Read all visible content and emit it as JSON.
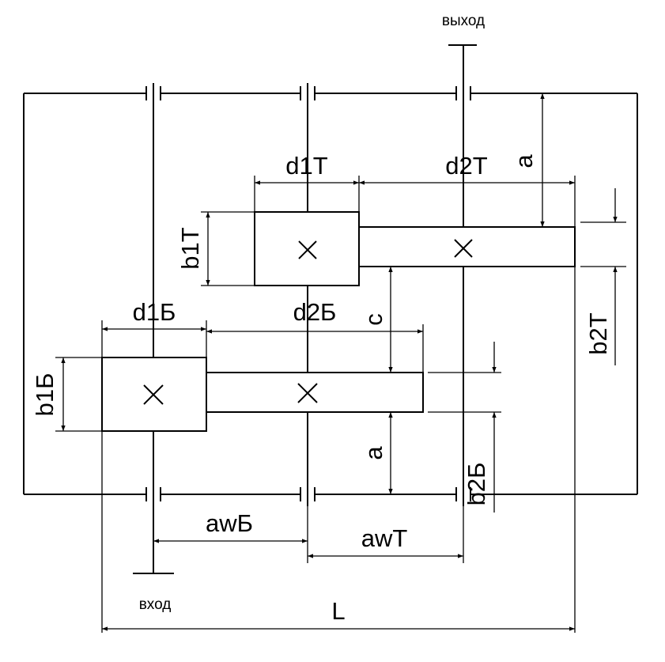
{
  "labels": {
    "output": "выход",
    "input": "вход",
    "d1T": "d1T",
    "d2T": "d2T",
    "b1T": "b1T",
    "b2T": "b2T",
    "a_top": "a",
    "c": "c",
    "d1B": "d1Б",
    "d2B": "d2Б",
    "b1B": "b1Б",
    "b2B": "b2Б",
    "a_bottom": "a",
    "awB": "awБ",
    "awT": "awT",
    "L": "L"
  }
}
